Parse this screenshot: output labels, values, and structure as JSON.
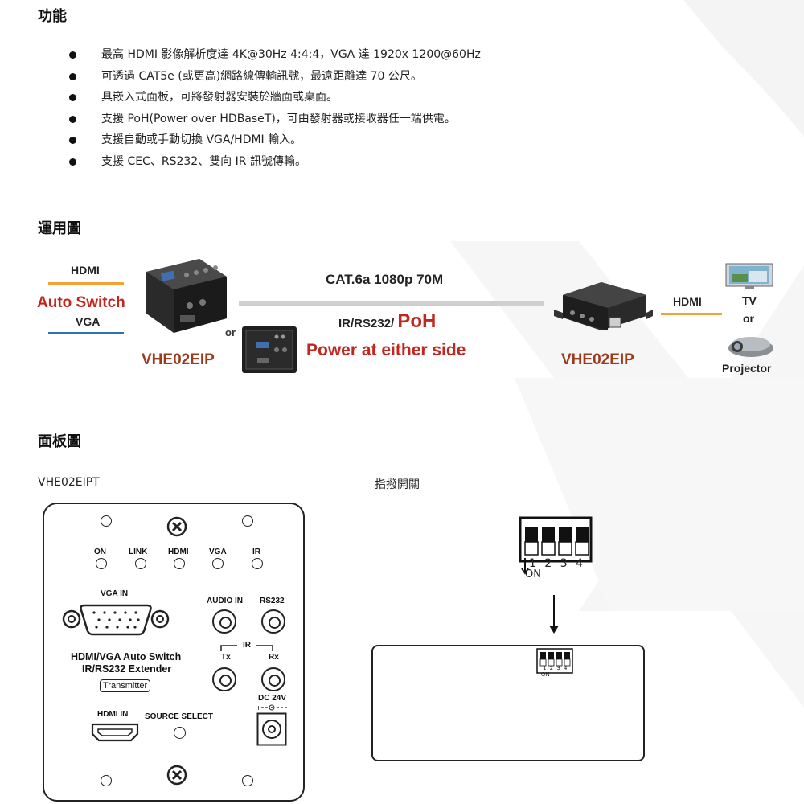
{
  "headings": {
    "features": "功能",
    "application": "運用圖",
    "panel": "面板圖"
  },
  "features": [
    "最高 HDMI 影像解析度達 4K@30Hz 4:4:4，VGA 達 1920x 1200@60Hz",
    "可透過 CAT5e (或更高)網路線傳輸訊號，最遠距離達 70 公尺。",
    "具嵌入式面板，可將發射器安裝於牆面或桌面。",
    "支援 PoH(Power over HDBaseT)，可由發射器或接收器任一端供電。",
    "支援自動或手動切換 VGA/HDMI 輸入。",
    "支援 CEC、RS232、雙向 IR 訊號傳輸。"
  ],
  "diagram": {
    "hdmi_in": "HDMI",
    "auto_switch": "Auto Switch",
    "vga_in": "VGA",
    "or1": "or",
    "tx_model": "VHE02EIP",
    "cable_top": "CAT.6a 1080p 70M",
    "cable_mid_a": "IR/RS232/ ",
    "cable_mid_b": "PoH",
    "cable_bottom": "Power at either side",
    "rx_model": "VHE02EIP",
    "hdmi_out": "HDMI",
    "tv": "TV",
    "or2": "or",
    "projector": "Projector"
  },
  "panel": {
    "model_label": "VHE02EIPT",
    "dip_label": "指撥開關",
    "leds": [
      "ON",
      "LINK",
      "HDMI",
      "VGA",
      "IR"
    ],
    "vga_in": "VGA IN",
    "audio_in": "AUDIO IN",
    "rs232": "RS232",
    "ir": "IR",
    "tx": "Tx",
    "rx": "Rx",
    "title_line1": "HDMI/VGA Auto Switch",
    "title_line2": "IR/RS232 Extender",
    "transmitter": "Transmitter",
    "hdmi_in": "HDMI IN",
    "source_select": "SOURCE SELECT",
    "dc": "DC 24V"
  },
  "dip": {
    "numbers": "1 2 3 4",
    "on": "ON",
    "small_numbers": "1 2 3 4",
    "small_on": "ON"
  },
  "colors": {
    "hdmi_line": "#f3a236",
    "vga_line": "#2f6fb5",
    "cable": "#cfcfcf",
    "accent_red": "#c0281f"
  }
}
